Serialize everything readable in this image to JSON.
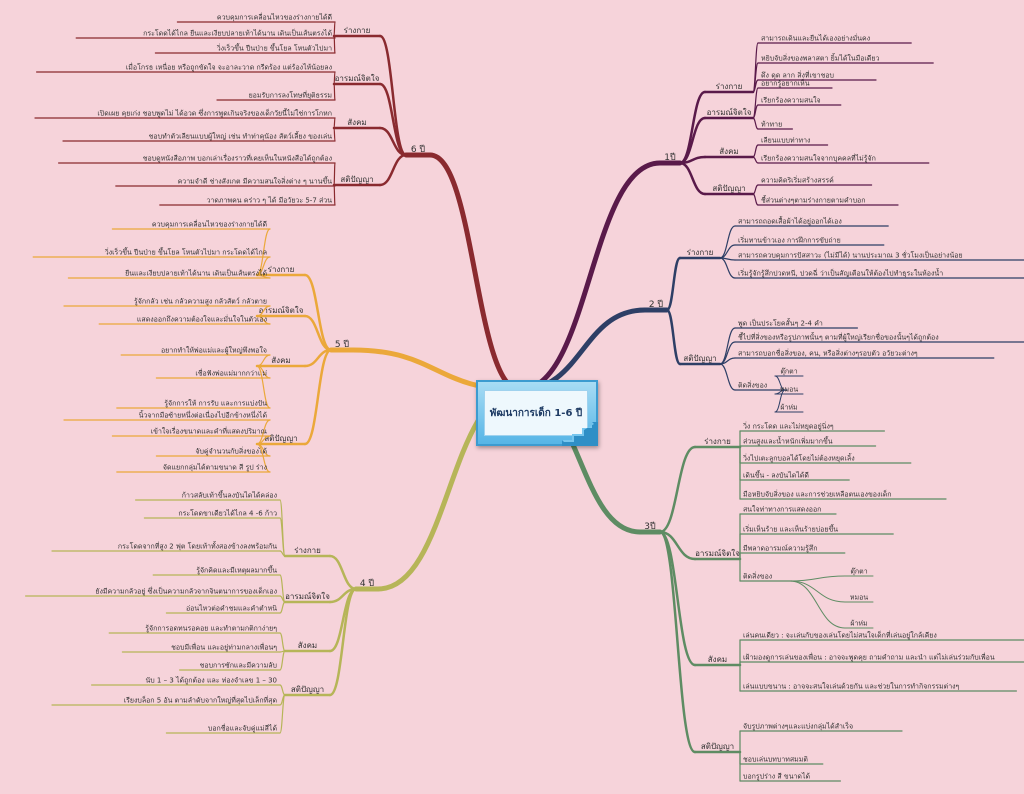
{
  "center_title": "พัฒนาการเด็ก 1-6 ปี",
  "colors": {
    "background": "#f6d3da",
    "age1": "#5a1a4a",
    "age2": "#2e3f66",
    "age3": "#5e8c63",
    "age4": "#b6b558",
    "age5": "#eba83a",
    "age6": "#8a2a2f"
  },
  "branches": [
    {
      "id": "age1",
      "label": "1ปี",
      "color": "#5a1a4a",
      "categories": [
        {
          "label": "ร่างกาย",
          "items": [
            "สามารถเดินและยืนได้เองอย่างมั่นคง",
            "หยิบจับสิ่งของพลาสตา ยิ้มได้ในมือเดียว",
            "ดึง ดุด ลาก สิ่งที่เขาชอบ"
          ]
        },
        {
          "label": "อารมณ์จิตใจ",
          "items": [
            "อยากรู้อยากเห็น",
            "เรียกร้องความสนใจ",
            "ท้าทาย"
          ]
        },
        {
          "label": "สังคม",
          "items": [
            "เลียนแบบท่าทาง",
            "เรียกร้องความสนใจจากบุคคลที่ไม่รู้จัก"
          ]
        },
        {
          "label": "สติปัญญา",
          "items": [
            "ความคิดริเริ่มสร้างสรรค์",
            "ชี้ส่วนต่างๆตามร่างกายตามคำบอก"
          ]
        }
      ]
    },
    {
      "id": "age2",
      "label": "2 ปี",
      "color": "#2e3f66",
      "categories": [
        {
          "label": "ร่างกาย",
          "items": [
            "สามารถถอดเสื้อผ้าได้อยู่ออกได้เอง",
            "เริ่มทานข้าวเอง การฝึกการขับถ่าย",
            "สามารถควบคุมการปัสสาวะ (ไม่มีได้) นานประมาณ 3 ชั่วโมงเป็นอย่างน้อย",
            "เริ่มรู้จักรู้สึกปวดหนี, ปวดฉี่ ว่าเป็นสัญเตือนให้ต้องไปทำธุระในห้องน้ำ"
          ]
        },
        {
          "label": "สติปัญญา",
          "items": [
            "พูด เป็นประโยคสั้นๆ 2-4 คำ",
            "ชี้ไปที่สิ่งของหรือรูปภาพนั้นๆ ตามที่ผู้ใหญ่เรียกชื่อของนั้นๆได้ถูกต้อง",
            "สามารถบอกชื่อสิ่งของ, คน, หรือสิ่งต่างๆรอบตัว อวัยวะต่างๆ",
            "ติดสิ่งของ"
          ],
          "sub": [
            "ตุ๊กตา",
            "หมอน",
            "ผ้าห่ม"
          ]
        }
      ]
    },
    {
      "id": "age3",
      "label": "3ปี",
      "color": "#5e8c63",
      "categories": [
        {
          "label": "ร่างกาย",
          "items": [
            "วิ่ง กระโดด และไม่หยุดอยู่นิ่งๆ",
            "ส่วนสูงและน้ำหนักเพิ่มมากขึ้น",
            "วิ่งไปเตะลูกบอลได้โดยไม่ต้องหยุดเลิ้ง",
            "เดินขึ้น - ลงบันไดได้ดี",
            "มือหยิบจับสิ่งของ และการช่วยเหลือตนเองของเด็ก"
          ]
        },
        {
          "label": "อารมณ์จิตใจ",
          "items": [
            "สนใจท่าทางการแสดงออก",
            "เริ่มเห็นร้าย และเห็นร้ายบ่อยขึ้น",
            "มีพลาดอารมณ์ความรู้สึก",
            "ติดสิ่งของ"
          ],
          "sub": [
            "ตุ๊กตา",
            "หมอน",
            "ผ้าห่ม"
          ]
        },
        {
          "label": "สังคม",
          "items": [
            "เล่นคนเดียว : จะเล่นกับของเล่นโดยไม่สนใจเด็กที่เล่นอยู่ใกล้เคียง",
            "เฝ้ามองดูการเล่นของเพื่อน : อาจจะพูดคุย ถามคำถาม และนำ แต่ไม่เล่นร่วมกับเพื่อน",
            "เล่นแบบขนาน : อาจจะสนใจเล่นด้วยกัน และช่วยในการทำกิจกรรมต่างๆ"
          ]
        },
        {
          "label": "สติปัญญา",
          "items": [
            "จับรูปภาพต่างๆและแบ่งกลุ่มได้สำเร็จ",
            "ชอบเล่นบทบาทสมมติ",
            "บอกรูปร่าง สี ขนาดได้"
          ]
        }
      ]
    },
    {
      "id": "age4",
      "label": "4 ปี",
      "color": "#b6b558",
      "categories": [
        {
          "label": "ร่างกาย",
          "items": [
            "ก้าวสลับเท้าขึ้นลงบันไดได้คล่อง",
            "กระโดดขาเดียวได้ไกล 4 -6 ก้าว",
            "กระโดดจากที่สูง 2 ฟุต โดยเท้าทั้งสองข้างลงพร้อมกัน"
          ]
        },
        {
          "label": "อารมณ์จิตใจ",
          "items": [
            "รู้จักคิดและมีเหตุผลมากขึ้น",
            "ยังมีความกลัวอยู่ ซึ่งเป็นความกลัวจากจินตนาการของเด็กเอง",
            "อ่อนไหวต่อคำชมและคำตำหนิ"
          ]
        },
        {
          "label": "สังคม",
          "items": [
            "รู้จักการอดทนรอคอย และทำตามกติกาง่ายๆ",
            "ชอบมีเพื่อน และอยู่ท่ามกลางเพื่อนๆ",
            "ชอบการซักและมีความลับ"
          ]
        },
        {
          "label": "สติปัญญา",
          "items": [
            "นับ 1 – 3 ได้ถูกต้อง และ ท่องจำเลข 1 – 30",
            "เรียงบล็อก 5 อัน ตามลำดับจากใหญ่ที่สุดไปเล็กที่สุด",
            "บอกชื่อและจับคู่แม่สีได้"
          ]
        }
      ]
    },
    {
      "id": "age5",
      "label": "5 ปี",
      "color": "#eba83a",
      "categories": [
        {
          "label": "ร่างกาย",
          "items": [
            "ควบคุมการเคลื่อนไหวของร่างกายได้ดี",
            "วิ่งเร็วขึ้น ปีนป่าย ขึ้นโยล โหนตัวไปมา กระโดดได้ไกล",
            "ยืนและเงียบปลายเท้าได้นาน เดินเป็นเส้นตรงได้"
          ]
        },
        {
          "label": "อารมณ์จิตใจ",
          "items": [
            "รู้จักกลัว เช่น กลัวความสูง กลัวสัตว์ กลัวตาย",
            "แสดงออกถึงความต้องใจและมั่นใจในตัวเอง"
          ]
        },
        {
          "label": "สังคม",
          "items": [
            "อยากทำให้พ่อแม่และผู้ใหญ่พึงพอใจ",
            "เชื่อฟังพ่อแม่มากกว่าแม่",
            "รู้จักการให้ การรับ และการแบ่งปัน"
          ]
        },
        {
          "label": "สติปัญญา",
          "items": [
            "นิ้วจากมือซ้ายหนึ่งต่อเนื่องไปอีกข้างหนึ่งได้",
            "เข้าใจเรื่องขนาดและคำที่แสดงปริมาณ",
            "จับคู่จำนวนกับสิ่งของได้",
            "จัดแยกกลุ่มได้ตามขนาด สี รูป ร่าง"
          ]
        }
      ]
    },
    {
      "id": "age6",
      "label": "6 ปี",
      "color": "#8a2a2f",
      "categories": [
        {
          "label": "ร่างกาย",
          "items": [
            "ควบคุมการเคลื่อนไหวของร่างกายได้ดี",
            "กระโดดได้ไกล ยืนและเงียบปลายเท้าได้นาน เดินเป็นเส้นตรงได้",
            "วิ่งเร็วขึ้น ปีนป่าย ขึ้นโยล โหนตัวไปมา"
          ]
        },
        {
          "label": "อารมณ์จิตใจ",
          "items": [
            "เมื่อโกรธ เหนื่อย หรือถูกขัดใจ จะอาละวาด กรีดร้อง แต่ร้องไห้น้อยลง",
            "ยอมรับการลงโทษที่ยุติธรรม"
          ]
        },
        {
          "label": "สังคม",
          "items": [
            "เปิดเผย คุยเก่ง ชอบพูดไม่ ได้อวด ซึ่งการพูดเกินจริงของเด็กวัยนี้ไม่ใช่การโกหก",
            "ชอบทำตัวเลียนแบบผู้ใหญ่ เช่น ทำท่าคุนัอง สัตว์เลี้ยง ของเล่น"
          ]
        },
        {
          "label": "สติปัญญา",
          "items": [
            "ชอบดูหนังสือภาพ บอกเล่าเรื่องราวที่เคยเห็นในหนังสือได้ถูกต้อง",
            "ความจำดี ช่างสังเกต มีความสนใจสิ่งต่าง ๆ นานขึ้น",
            "วาดภาพคน คร่าว ๆ ได้ มีอวัยวะ 5-7 ส่วน"
          ]
        }
      ]
    }
  ]
}
